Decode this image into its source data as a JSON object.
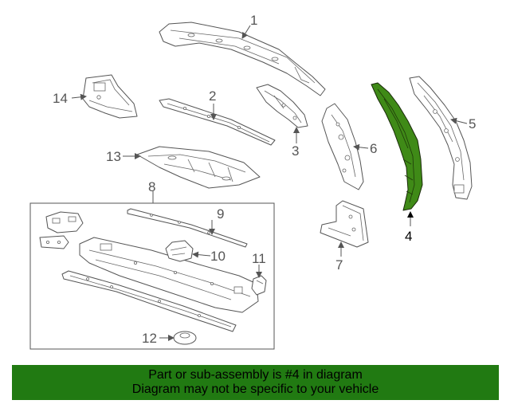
{
  "callouts": [
    "1",
    "2",
    "3",
    "4",
    "5",
    "6",
    "7",
    "8",
    "9",
    "10",
    "11",
    "12",
    "13",
    "14"
  ],
  "highlighted_part": "4",
  "colors": {
    "highlight_fill": "#3f8a17",
    "footer_background": "#217a12",
    "line": "#555555"
  },
  "footer": {
    "line1": "Part or sub-assembly is #4 in diagram",
    "line2": "Diagram may not be specific to your vehicle"
  }
}
